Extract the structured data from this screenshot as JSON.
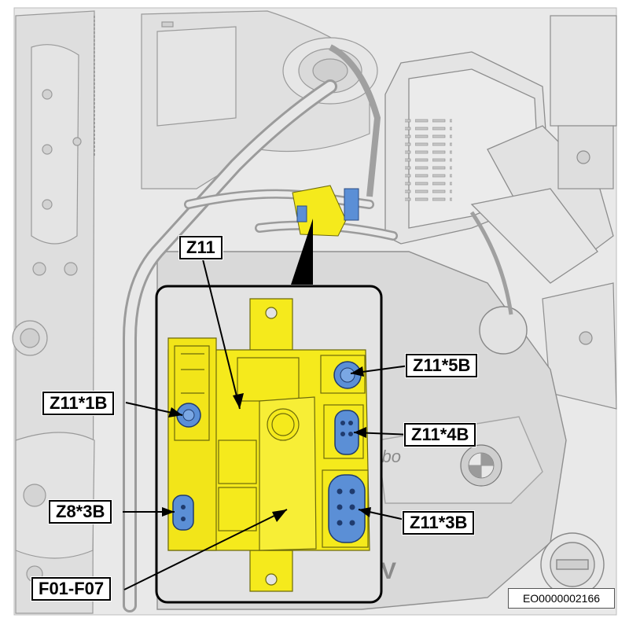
{
  "labels": {
    "z11": "Z11",
    "z11_1b": "Z11*1B",
    "z8_3b": "Z8*3B",
    "f01_f07": "F01-F07",
    "z11_5b": "Z11*5B",
    "z11_4b": "Z11*4B",
    "z11_3b": "Z11*3B",
    "engine_text": "urbo",
    "doc_id": "EO0000002166"
  },
  "colors": {
    "highlight": "#f5ea1c",
    "connector": "#5b8fd6",
    "background_line": "#9a9a9a",
    "inset_bg": "#e3e3e3"
  }
}
